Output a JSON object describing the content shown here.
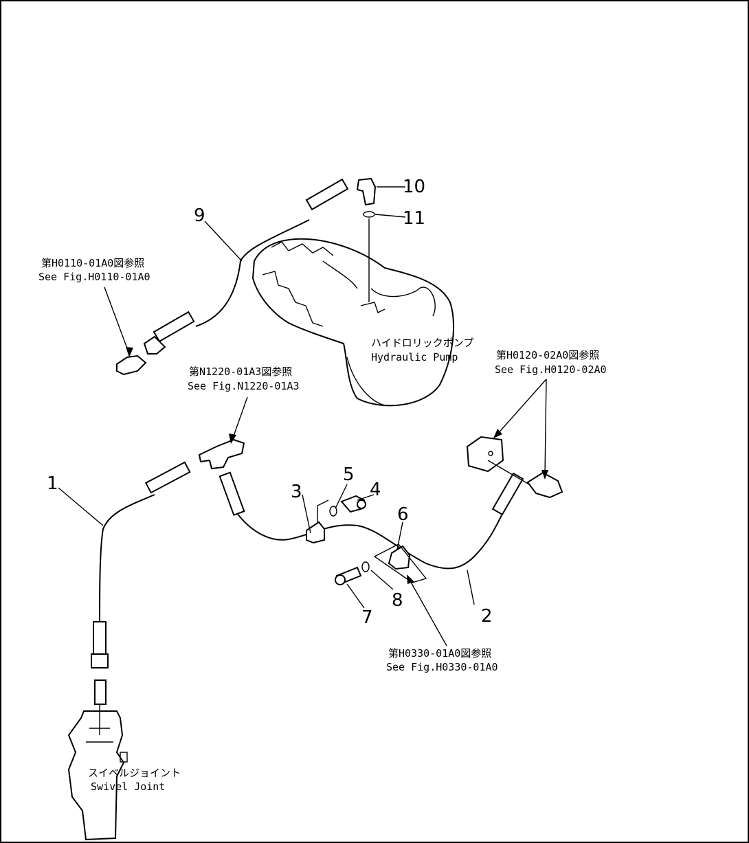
{
  "callouts": {
    "c1": "1",
    "c2": "2",
    "c3": "3",
    "c4": "4",
    "c5": "5",
    "c6": "6",
    "c7": "7",
    "c8": "8",
    "c9": "9",
    "c10": "10",
    "c11": "11"
  },
  "refs": {
    "h0110": {
      "jp": "第H0110-01A0図参照",
      "en": "See Fig.H0110-01A0"
    },
    "n1220": {
      "jp": "第N1220-01A3図参照",
      "en": "See Fig.N1220-01A3"
    },
    "h0120": {
      "jp": "第H0120-02A0図参照",
      "en": "See Fig.H0120-02A0"
    },
    "h0330": {
      "jp": "第H0330-01A0図参照",
      "en": "See Fig.H0330-01A0"
    }
  },
  "components": {
    "pump": {
      "jp": "ハイドロリックポンプ",
      "en": "Hydraulic Pump"
    },
    "swivel": {
      "jp": "スイベルジョイント",
      "en": "Swivel Joint"
    }
  }
}
